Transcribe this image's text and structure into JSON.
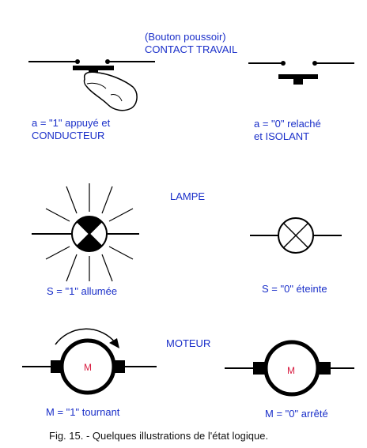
{
  "contact": {
    "subtitle": "(Bouton poussoir)",
    "title": "CONTACT  TRAVAIL",
    "on_line1": "a = \"1\"  appuyé et",
    "on_line2": "CONDUCTEUR",
    "off_line1": "a = \"0\" relaché",
    "off_line2": "et ISOLANT"
  },
  "lamp": {
    "title": "LAMPE",
    "on_label": "S = \"1\" allumée",
    "off_label": "S = \"0\" éteinte"
  },
  "motor": {
    "title": "MOTEUR",
    "symbol_on": "M",
    "symbol_off": "M",
    "on_label": "M = \"1\" tournant",
    "off_label": "M = \"0\" arrêté"
  },
  "caption": "Fig. 15. - Quelques illustrations de l'état logique.",
  "colors": {
    "label_blue": "#1a2fc9",
    "motor_letter": "#d81b3f",
    "stroke": "#000000"
  }
}
